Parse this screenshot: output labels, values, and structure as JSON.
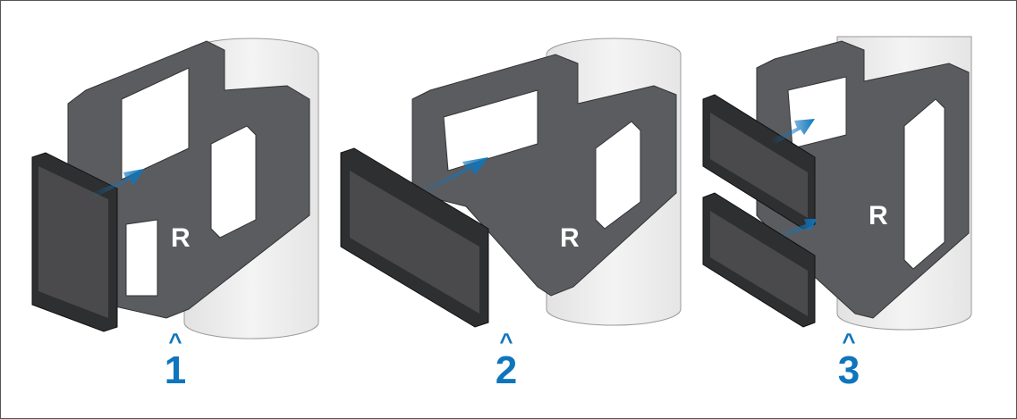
{
  "steps": [
    {
      "number": "1",
      "caret": "^"
    },
    {
      "number": "2",
      "caret": "^"
    },
    {
      "number": "3",
      "caret": "^"
    }
  ],
  "logo_text": "R",
  "colors": {
    "accent": "#0f75bc",
    "bracket": "#5b5c60",
    "bracket_dark": "#3d3e42",
    "cylinder": "#d9d9d9",
    "screen": "#4a4a4c"
  }
}
